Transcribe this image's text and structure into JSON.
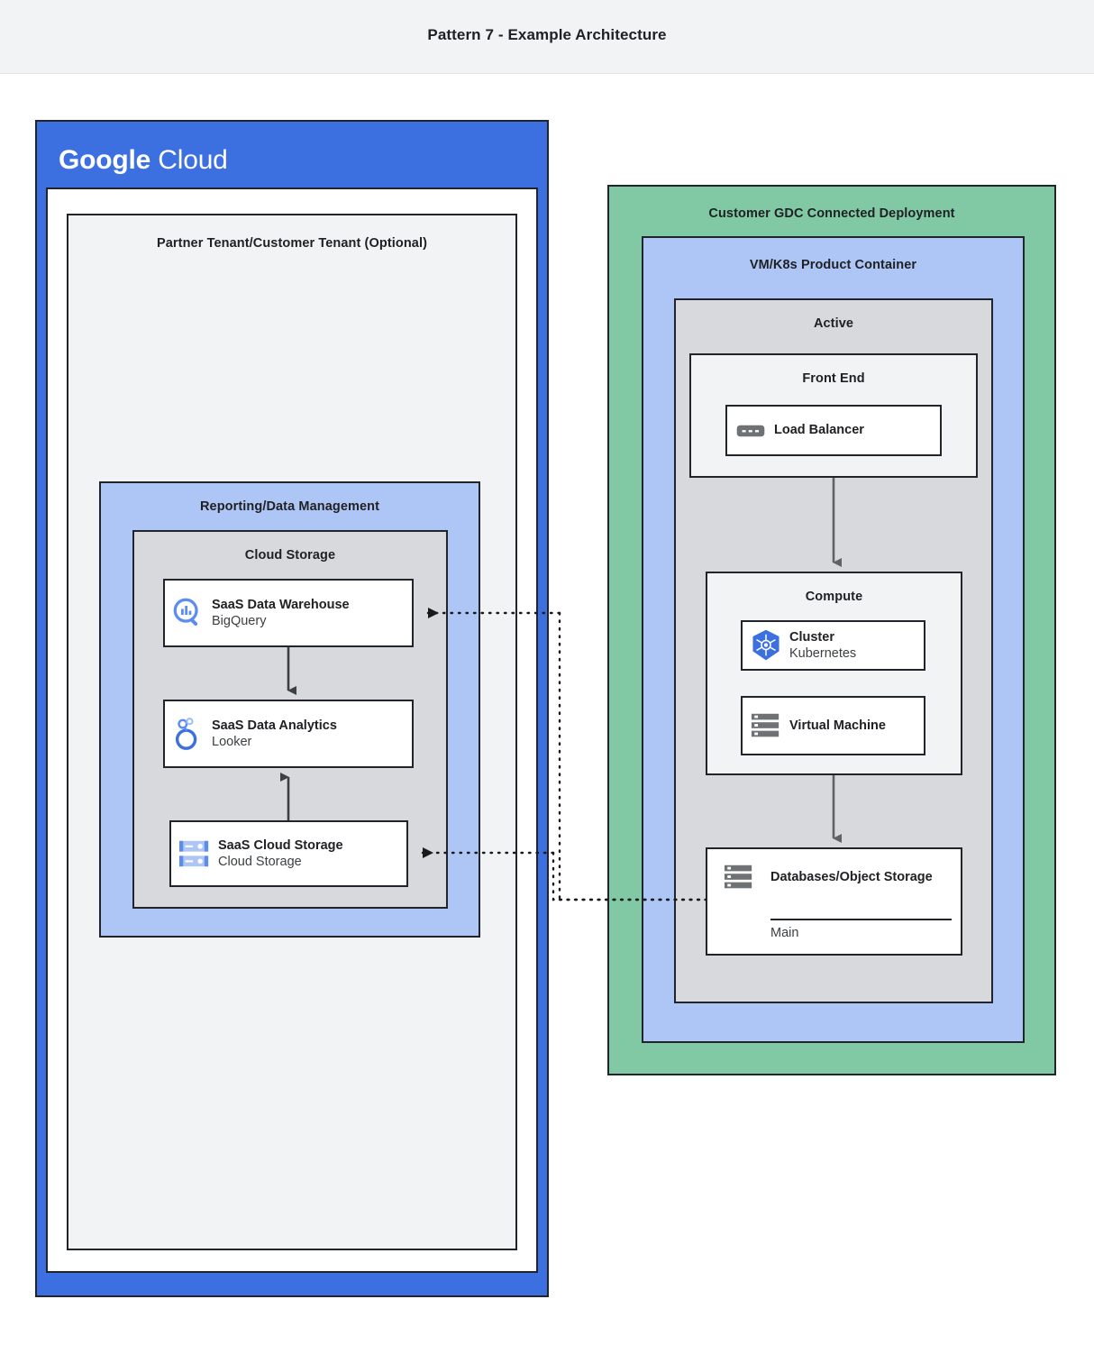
{
  "page": {
    "title": "Pattern 7 - Example Architecture",
    "background": "#ffffff",
    "titlebar_background": "#f1f3f4"
  },
  "colors": {
    "google_blue": "#3c6fe0",
    "light_blue": "#aec6f6",
    "green": "#81c9a5",
    "gray": "#d7d9dd",
    "light_gray": "#f1f3f4",
    "border": "#21252b",
    "icon_blue": "#5b8def",
    "icon_gray": "#6e7275"
  },
  "google_cloud": {
    "logo_bold": "Google",
    "logo_light": "Cloud",
    "tenant": {
      "label": "Partner Tenant/Customer Tenant (Optional)"
    },
    "reporting": {
      "label": "Reporting/Data Management",
      "cloud_storage": {
        "label": "Cloud Storage",
        "cards": [
          {
            "icon": "bigquery-icon",
            "title": "SaaS Data Warehouse",
            "subtitle": "BigQuery"
          },
          {
            "icon": "looker-icon",
            "title": "SaaS Data Analytics",
            "subtitle": "Looker"
          },
          {
            "icon": "cloud-storage-icon",
            "title": "SaaS Cloud Storage",
            "subtitle": "Cloud Storage"
          }
        ]
      }
    }
  },
  "gdc": {
    "label": "Customer GDC Connected Deployment",
    "product_container": {
      "label": "VM/K8s Product Container",
      "active": {
        "label": "Active",
        "front_end": {
          "label": "Front End",
          "cards": [
            {
              "icon": "load-balancer-icon",
              "title": "Load Balancer",
              "subtitle": ""
            }
          ]
        },
        "compute": {
          "label": "Compute",
          "cards": [
            {
              "icon": "kubernetes-icon",
              "title": "Cluster",
              "subtitle": "Kubernetes"
            },
            {
              "icon": "virtual-machine-icon",
              "title": "Virtual Machine",
              "subtitle": ""
            }
          ]
        },
        "database": {
          "icon": "database-icon",
          "title": "Databases/Object Storage",
          "detail": "Main"
        }
      }
    }
  },
  "connectors": [
    {
      "name": "warehouse-to-analytics",
      "style": "solid",
      "from": "SaaS Data Warehouse",
      "to": "SaaS Data Analytics"
    },
    {
      "name": "storage-to-analytics",
      "style": "solid",
      "from": "SaaS Cloud Storage",
      "to": "SaaS Data Analytics"
    },
    {
      "name": "loadbalancer-to-compute",
      "style": "solid",
      "from": "Load Balancer",
      "to": "Compute"
    },
    {
      "name": "compute-to-database",
      "style": "solid",
      "from": "Compute",
      "to": "Databases/Object Storage"
    },
    {
      "name": "database-to-warehouse",
      "style": "dotted",
      "from": "Databases/Object Storage",
      "to": "SaaS Data Warehouse"
    },
    {
      "name": "database-to-cloud-storage",
      "style": "dotted",
      "from": "Databases/Object Storage",
      "to": "SaaS Cloud Storage"
    }
  ]
}
